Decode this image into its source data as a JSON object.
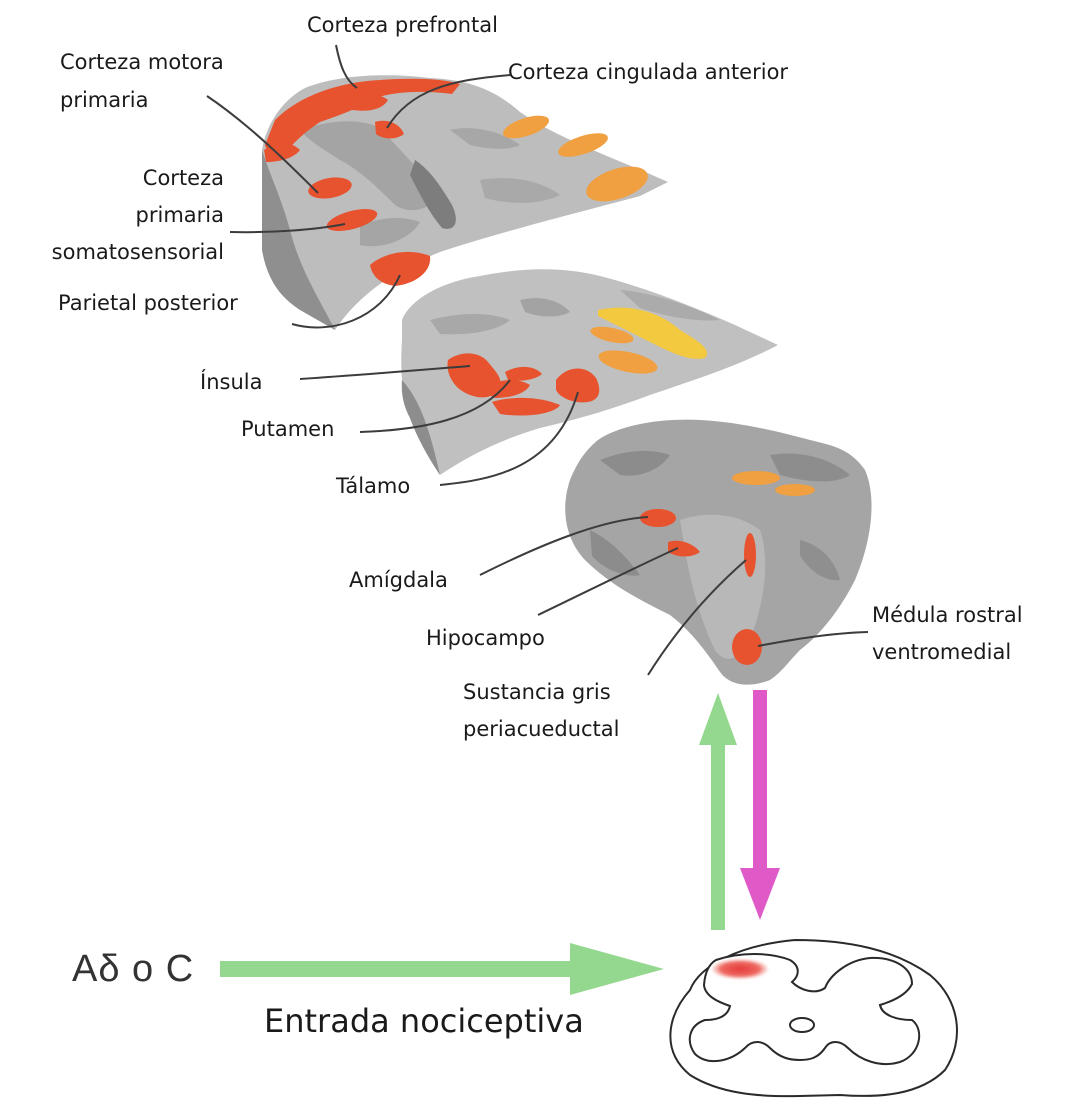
{
  "colors": {
    "activation_red": "#e8532f",
    "activation_orange": "#f0a040",
    "activation_yellow": "#f3c93f",
    "ascending_arrow": "#93d88e",
    "descending_arrow": "#e05ac7",
    "brain_gray": "#b9b9b9",
    "leader_line": "#3c3c3c"
  },
  "labels": {
    "prefrontal": "Corteza prefrontal",
    "motor_1": "Corteza motora",
    "motor_2": "primaria",
    "cingulate": "Corteza cingulada anterior",
    "somato_1": "Corteza",
    "somato_2": "primaria",
    "somato_3": "somatosensorial",
    "parietal": "Parietal posterior",
    "insula": "Ínsula",
    "putamen": "Putamen",
    "thalamus": "Tálamo",
    "amygdala": "Amígdala",
    "hippocampus": "Hipocampo",
    "pag_1": "Sustancia gris",
    "pag_2": "periacueductal",
    "rvm_1": "Médula rostral",
    "rvm_2": "ventromedial"
  },
  "input": {
    "fibers": "Aδ o C",
    "caption": "Entrada nociceptiva"
  },
  "icons": {
    "brain_slices": [
      "upper-brain-slice",
      "middle-brain-slice",
      "brainstem-slice"
    ],
    "spinal_cord": "spinal-cord-cross-section"
  }
}
